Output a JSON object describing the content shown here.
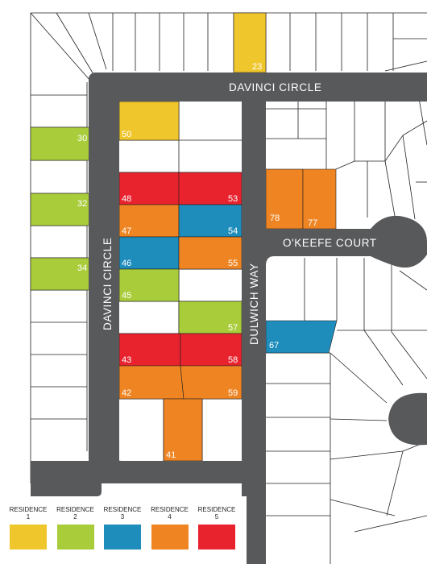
{
  "streets": {
    "davinci_top": "DAVINCI CIRCLE",
    "davinci_vertical": "DAVINCI CIRCLE",
    "dulwich": "DULWICH WAY",
    "okeefe": "O'KEEFE COURT"
  },
  "colors": {
    "residence1": "#f0c62d",
    "residence2": "#a9cc3b",
    "residence3": "#1e8dbb",
    "residence4": "#ef8422",
    "residence5": "#e8232e",
    "road": "#58595b",
    "lot_outline": "#231f20"
  },
  "lots": [
    {
      "number": "23",
      "residence": 1
    },
    {
      "number": "30",
      "residence": 2
    },
    {
      "number": "32",
      "residence": 2
    },
    {
      "number": "34",
      "residence": 2
    },
    {
      "number": "50",
      "residence": 1
    },
    {
      "number": "48",
      "residence": 5
    },
    {
      "number": "53",
      "residence": 5
    },
    {
      "number": "47",
      "residence": 4
    },
    {
      "number": "54",
      "residence": 3
    },
    {
      "number": "46",
      "residence": 3
    },
    {
      "number": "55",
      "residence": 4
    },
    {
      "number": "45",
      "residence": 2
    },
    {
      "number": "57",
      "residence": 2
    },
    {
      "number": "43",
      "residence": 5
    },
    {
      "number": "58",
      "residence": 5
    },
    {
      "number": "42",
      "residence": 4
    },
    {
      "number": "59",
      "residence": 4
    },
    {
      "number": "41",
      "residence": 4
    },
    {
      "number": "78",
      "residence": 4
    },
    {
      "number": "77",
      "residence": 4
    },
    {
      "number": "67",
      "residence": 3
    }
  ],
  "legend": [
    {
      "name": "RESIDENCE\n1",
      "color": "#f0c62d"
    },
    {
      "name": "RESIDENCE\n2",
      "color": "#a9cc3b"
    },
    {
      "name": "RESIDENCE\n3",
      "color": "#1e8dbb"
    },
    {
      "name": "RESIDENCE\n4",
      "color": "#ef8422"
    },
    {
      "name": "RESIDENCE\n5",
      "color": "#e8232e"
    }
  ]
}
